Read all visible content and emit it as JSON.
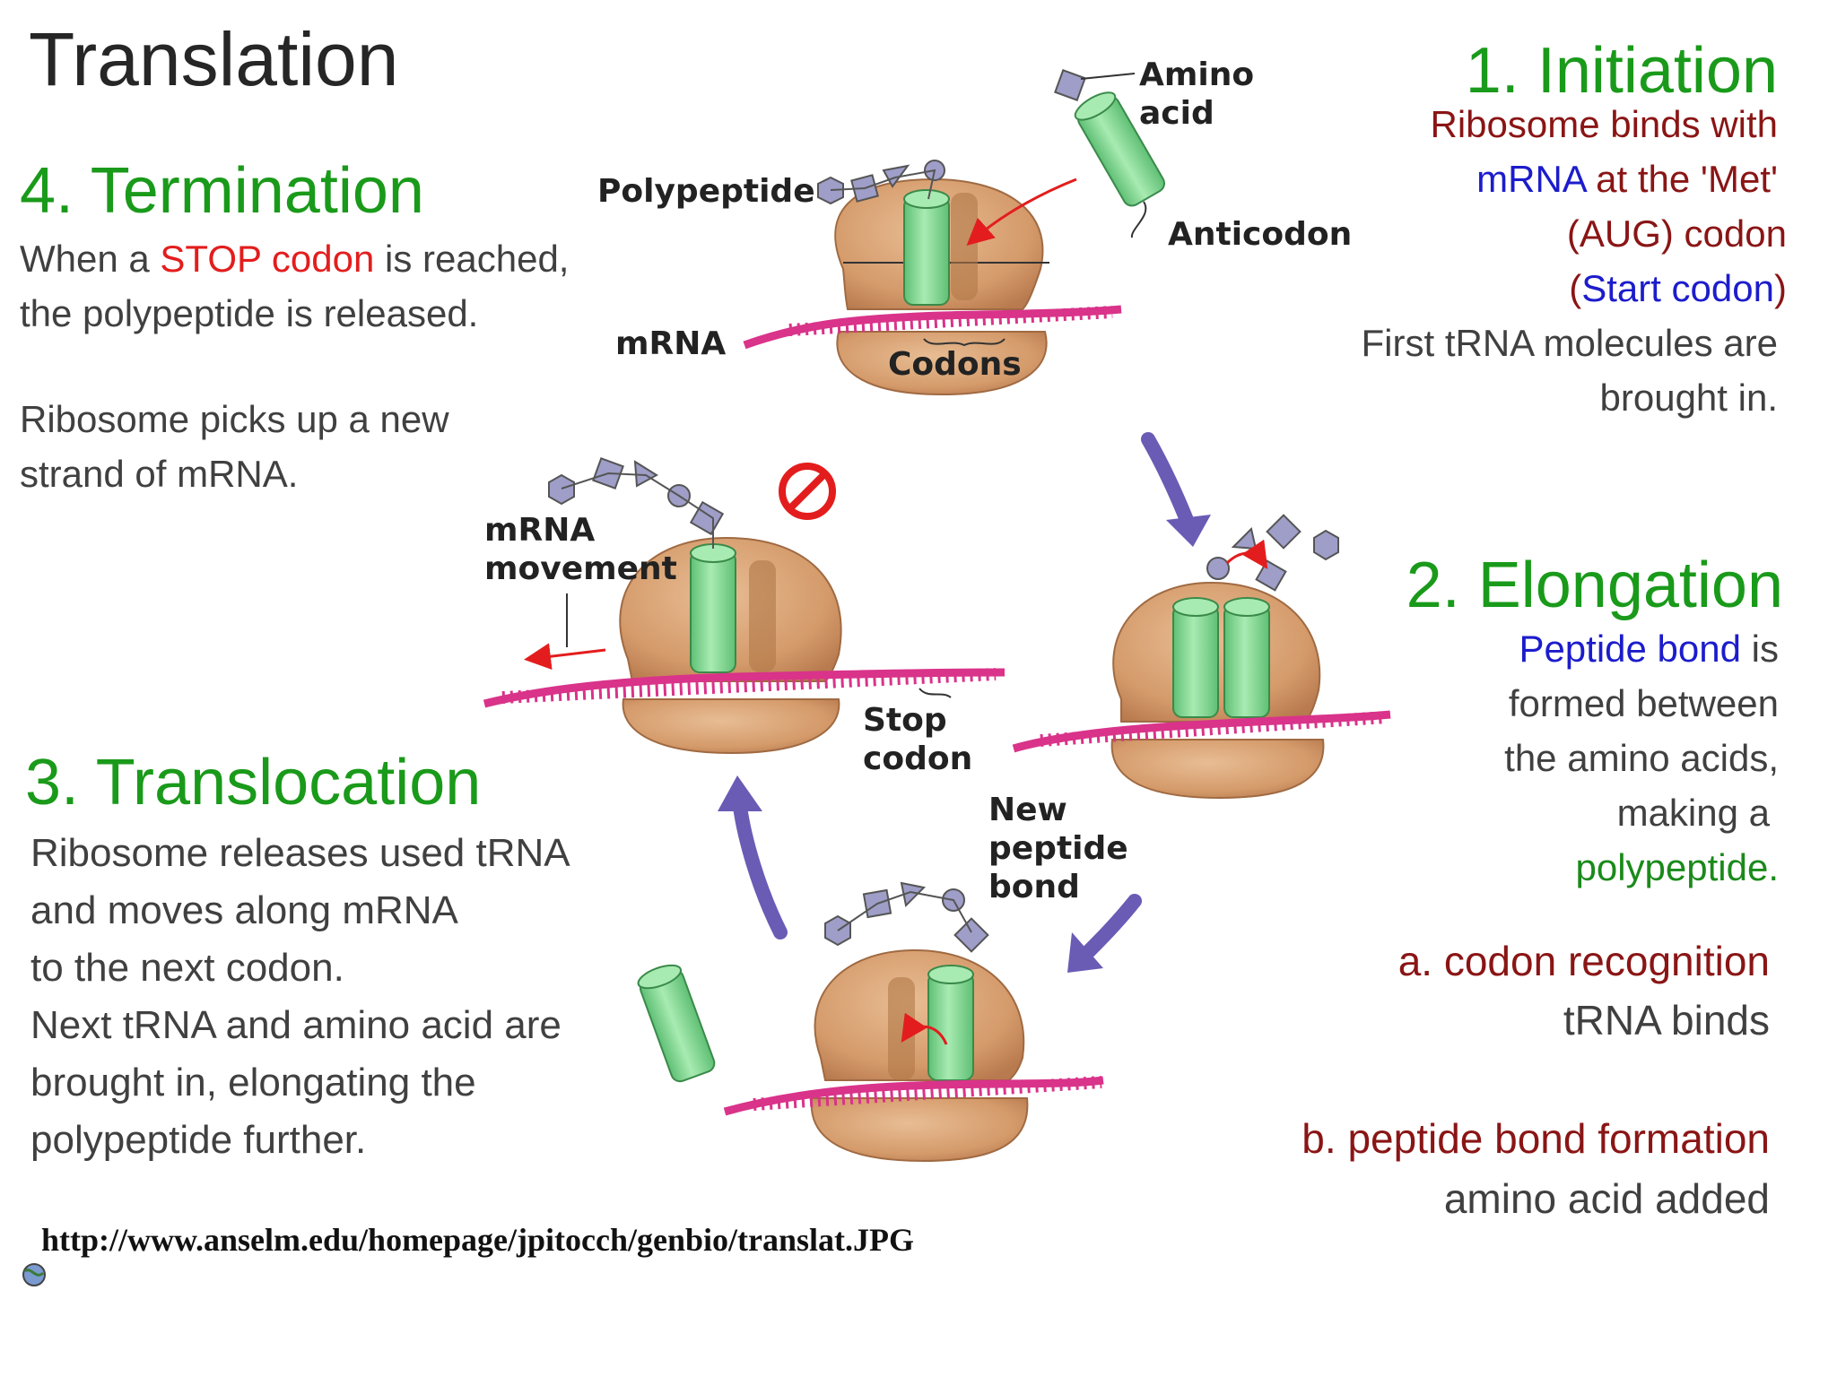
{
  "title": "Translation",
  "initiation": {
    "heading": "1. Initiation",
    "line1": "Ribosome binds with",
    "line2_a": "mRNA",
    "line2_b": " at the 'Met'",
    "line3": "(AUG) codon",
    "line4_a": "(",
    "line4_b": "Start codon",
    "line4_c": ")",
    "line5": "First tRNA molecules are",
    "line6": "brought in."
  },
  "elongation": {
    "heading": "2. Elongation",
    "line1_a": "Peptide bond",
    "line1_b": " is",
    "line2": "formed between",
    "line3": "the amino acids,",
    "line4": "making a",
    "line5": "polypeptide."
  },
  "termination": {
    "heading": "4. Termination",
    "line1_a": "When a ",
    "line1_b": "STOP codon",
    "line1_c": " is reached,",
    "line2": "the polypeptide is released.",
    "line3": "Ribosome picks up a new",
    "line4": "strand of mRNA."
  },
  "translocation": {
    "heading": "3. Translocation",
    "lines": [
      "Ribosome releases used tRNA",
      "and moves along mRNA",
      "to the next codon.",
      "Next tRNA and amino acid are",
      "brought in, elongating the",
      "polypeptide further."
    ]
  },
  "steps": {
    "a": "a. codon recognition",
    "a_sub": "tRNA binds",
    "b": "b. peptide bond formation",
    "b_sub": "amino acid added"
  },
  "diagram_labels": {
    "amino_acid_1": "Amino",
    "amino_acid_2": "acid",
    "anticodon": "Anticodon",
    "polypeptide": "Polypeptide",
    "mrna": "mRNA",
    "codons": "Codons",
    "mrna_movement_1": "mRNA",
    "mrna_movement_2": "movement",
    "stop_codon_1": "Stop",
    "stop_codon_2": "codon",
    "new_peptide_1": "New",
    "new_peptide_2": "peptide",
    "new_peptide_3": "bond"
  },
  "source_url": "http://www.anselm.edu/homepage/jpitocch/genbio/translat.JPG",
  "colors": {
    "heading_green": "#1a9a1a",
    "dark_red": "#8a1515",
    "blue": "#1c1ccc",
    "red": "#e31d1d",
    "ribosome": "#d9a276",
    "trna": "#7fd68e",
    "mrna": "#d9338a",
    "cycle_arrow": "#6a5bb5",
    "amino_acid": "#9e9ec8"
  },
  "icons": [
    "no-entry-icon",
    "globe-icon"
  ]
}
